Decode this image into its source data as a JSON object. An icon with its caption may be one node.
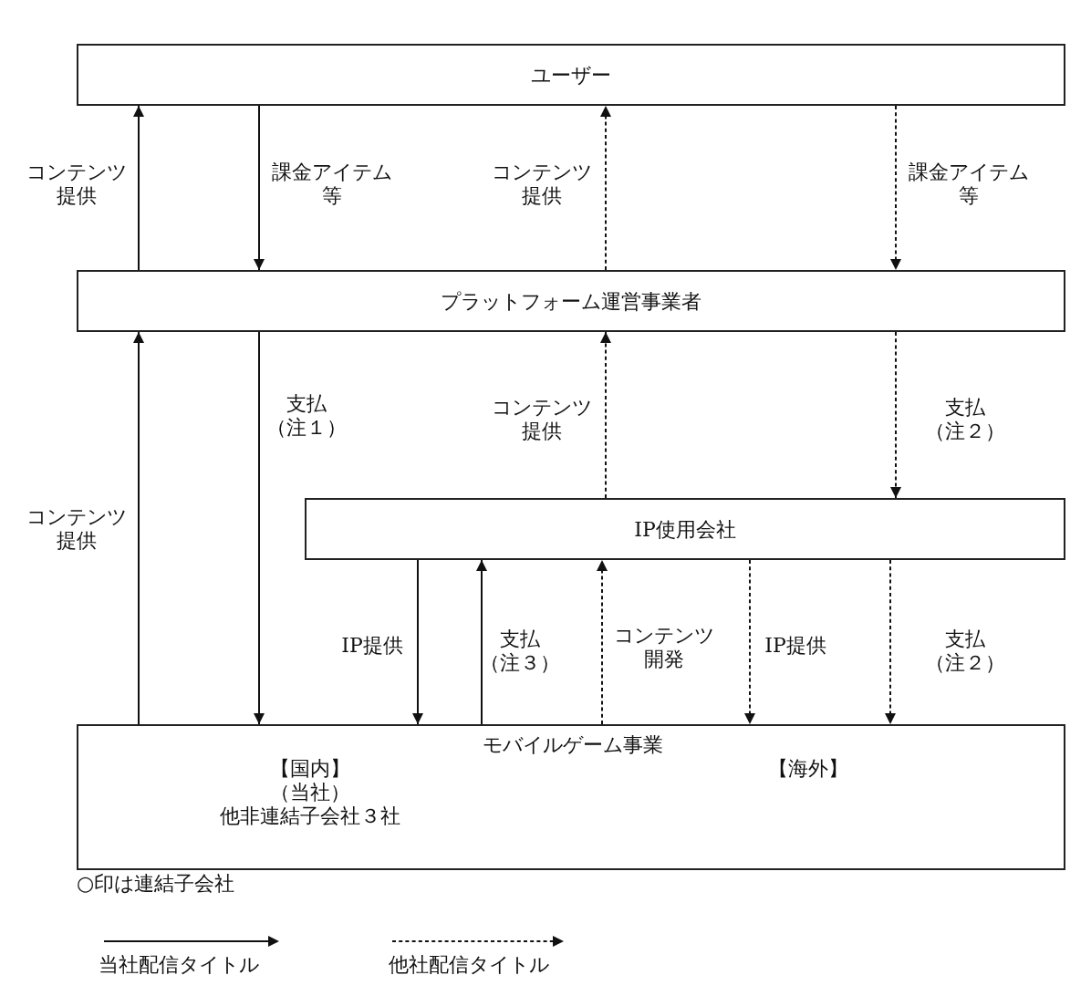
{
  "diagram": {
    "nodes": [
      {
        "text": [
          "ユーザー"
        ]
      },
      {
        "text": [
          "プラットフォーム運営事業者"
        ]
      },
      {
        "text": [
          "IP使用会社"
        ]
      },
      {
        "text": [
          "モバイルゲーム事業",
          "【国内】",
          "（当社）",
          "他非連結子会社３社",
          "【海外】"
        ]
      }
    ],
    "edges": [
      {
        "from": 1,
        "to": 0,
        "arrow": "to",
        "label": "コンテンツ提供"
      },
      {
        "from": 0,
        "to": 1,
        "arrow": "to",
        "label": "課金アイテム等"
      },
      {
        "from": 1,
        "to": 0,
        "arrow": "to",
        "label": "コンテンツ提供",
        "style": "dashed"
      },
      {
        "from": 0,
        "to": 1,
        "arrow": "to",
        "label": "課金アイテム等",
        "style": "dashed"
      },
      {
        "from": 3,
        "to": 1,
        "arrow": "to",
        "label": "コンテンツ提供"
      },
      {
        "from": 1,
        "to": 3,
        "arrow": "to",
        "label": "支払（注１）"
      },
      {
        "from": 2,
        "to": 1,
        "arrow": "to",
        "label": "コンテンツ提供",
        "style": "dashed"
      },
      {
        "from": 1,
        "to": 2,
        "arrow": "to",
        "label": "支払（注２）",
        "style": "dashed"
      },
      {
        "from": 2,
        "to": 3,
        "arrow": "to",
        "label": "IP提供"
      },
      {
        "from": 3,
        "to": 2,
        "arrow": "to",
        "label": "支払（注３）"
      },
      {
        "from": 3,
        "to": 2,
        "arrow": "to",
        "label": "コンテンツ開発",
        "style": "dashed"
      },
      {
        "from": 2,
        "to": 3,
        "arrow": "to",
        "label": "IP提供",
        "style": "dashed"
      },
      {
        "from": 2,
        "to": 3,
        "arrow": "to",
        "label": "支払（注２）",
        "style": "dashed"
      }
    ],
    "labels": [
      "○印は連結子会社"
    ],
    "legend": [
      {
        "text": "当社配信タイトル"
      },
      {
        "text": "他社配信タイトル"
      }
    ]
  }
}
